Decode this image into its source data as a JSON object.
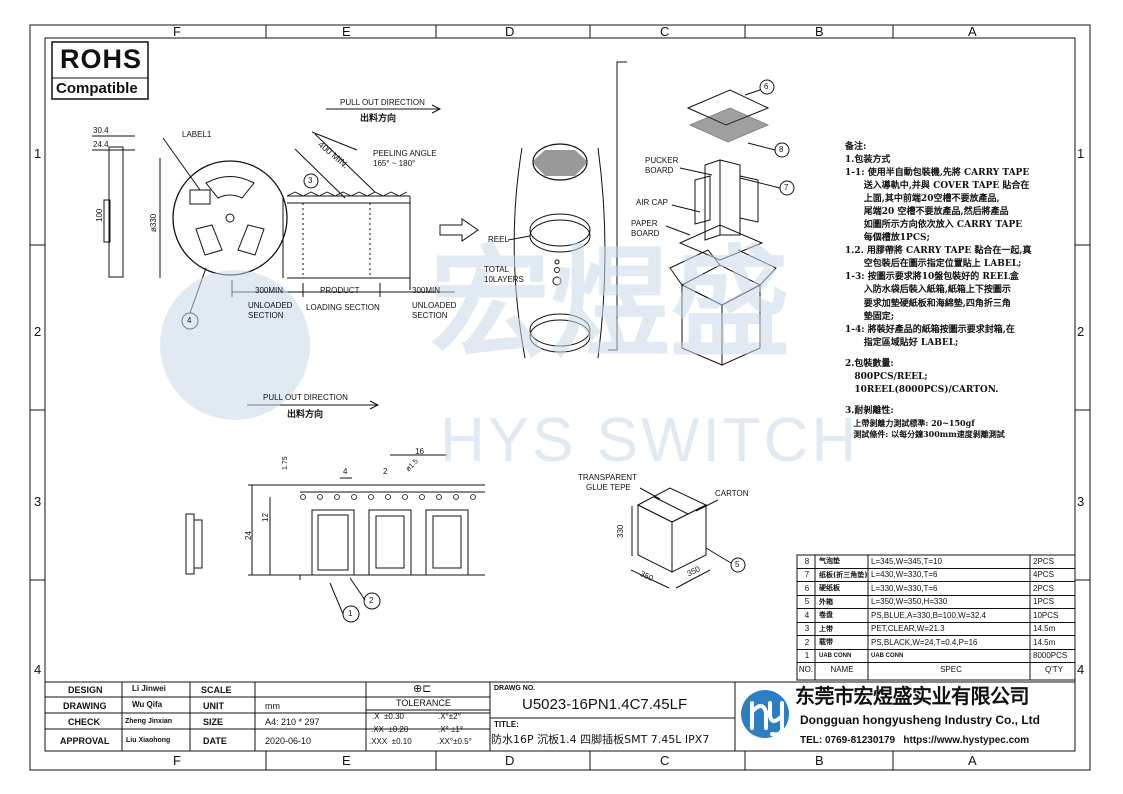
{
  "zones": {
    "columns": [
      "F",
      "E",
      "D",
      "C",
      "B",
      "A"
    ],
    "rows": [
      "1",
      "2",
      "3",
      "4"
    ]
  },
  "rohs": {
    "line1": "ROHS",
    "line2": "Compatible"
  },
  "reel_view": {
    "dim_304": "30.4",
    "dim_244": "24.4",
    "dim_100": "100",
    "dim_330": "ø330",
    "label": "LABEL1",
    "balloon_4": "4"
  },
  "pull_out_top": {
    "en": "PULL OUT DIRECTION",
    "cn": "出料方向"
  },
  "pull_out_bottom": {
    "en": "PULL OUT DIRECTION",
    "cn": "出料方向"
  },
  "peel": {
    "len": "400 MIN.",
    "angle_label": "PEELING ANGLE",
    "angle_value": "165° ~ 180°",
    "balloon_3": "3"
  },
  "tape_sections": {
    "left_len": "300MIN",
    "left_name1": "UNLOADED",
    "left_name2": "SECTION",
    "mid_name1": "PRODUCT",
    "mid_name2": "LOADING SECTION",
    "right_len": "300MIN",
    "right_name1": "UNLOADED",
    "right_name2": "SECTION"
  },
  "stack": {
    "reel": "REEL",
    "total1": "TOTAL",
    "total2": "10LAYERS"
  },
  "exploded": {
    "pucker1": "PUCKER",
    "pucker2": "BOARD",
    "aircap": "AIR CAP",
    "paper1": "PAPER",
    "paper2": "BOARD",
    "b6": "6",
    "b7": "7",
    "b8": "8"
  },
  "watermark": {
    "cn": "宏煜盛",
    "en": "HYS SWITCH"
  },
  "tape_detail": {
    "d175": "1.75",
    "d4": "4",
    "d2": "2",
    "d16": "16",
    "d15": "ø1.5",
    "d12": "12",
    "d24": "24",
    "b1": "1",
    "b2": "2"
  },
  "carton": {
    "glue1": "TRANSPARENT",
    "glue2": "GLUE TEPE",
    "carton": "CARTON",
    "h": "330",
    "w1": "350",
    "w2": "350",
    "b5": "5"
  },
  "notes": {
    "title": "备注:",
    "lines": [
      "1.包装方式",
      "1-1: 使用半自動包裝機,先將 CARRY TAPE",
      "      送入導軌中,并與 COVER TAPE 貼合在",
      "      上面,其中前端20空槽不要放產品,",
      "      尾端20 空槽不要放產品,然后將產品",
      "      如圖所示方向依次放入 CARRY TAPE",
      "      每個槽放1PCS;",
      "1.2. 用膠帶將 CARRY TAPE 黏合在一起,真",
      "      空包裝后在圖示指定位置貼上 LABEL;",
      "1-3: 按圖示要求將10盤包裝好的 REEL盒",
      "      入防水袋后裝入紙箱,紙箱上下按圖示",
      "      要求加墊硬紙板和海綿墊,四角折三角",
      "      墊固定;",
      "1-4: 將裝好產品的紙箱按圖示要求封箱,在",
      "      指定區域貼好 LABEL;",
      "",
      "2.包裝數量:",
      "   800PCS/REEL;",
      "   10REEL(8000PCS)/CARTON.",
      "",
      "3.耐剝離性:",
      "   上帶剝離力測試標準: 20~150gf",
      "   測試條件: 以每分鐘300mm速度剝離測試"
    ]
  },
  "bom": {
    "header": {
      "no": "NO.",
      "name": "NAME",
      "spec": "SPEC",
      "qty": "Q'TY"
    },
    "rows": [
      {
        "no": "8",
        "name": "气泡垫",
        "spec": "L=345,W=345,T=10",
        "qty": "2PCS"
      },
      {
        "no": "7",
        "name": "纸板(折三角垫)",
        "spec": "L=430,W=330,T=6",
        "qty": "4PCS"
      },
      {
        "no": "6",
        "name": "硬纸板",
        "spec": "L=330,W=330,T=6",
        "qty": "2PCS"
      },
      {
        "no": "5",
        "name": "外箱",
        "spec": "L=350,W=350,H=330",
        "qty": "1PCS"
      },
      {
        "no": "4",
        "name": "卷盘",
        "spec": "PS,BLUE,A=330,B=100,W=32.4",
        "qty": "10PCS"
      },
      {
        "no": "3",
        "name": "上带",
        "spec": "PET,CLEAR,W=21.3",
        "qty": "14.5m"
      },
      {
        "no": "2",
        "name": "载带",
        "spec": "PS,BLACK,W=24,T=0.4,P=16",
        "qty": "14.5m"
      },
      {
        "no": "1",
        "name": "UAB CONN",
        "spec": "UAB CONN",
        "qty": "8000PCS"
      }
    ]
  },
  "title_block": {
    "design_lbl": "DESIGN",
    "design_val": "Li Jinwei",
    "drawing_lbl": "DRAWING",
    "drawing_val": "Wu Qifa",
    "check_lbl": "CHECK",
    "check_val": "Zheng Jinxian",
    "approval_lbl": "APPROVAL",
    "approval_val": "Liu Xiaohong",
    "scale_lbl": "SCALE",
    "scale_val": "",
    "unit_lbl": "UNIT",
    "unit_val": "mm",
    "size_lbl": "SIZE",
    "size_val": "A4: 210 * 297",
    "date_lbl": "DATE",
    "date_val": "2020-06-10",
    "tol_title": "TOLERANCE",
    "tol_1a": ".X  ±0.30",
    "tol_1b": ".X°±2°",
    "tol_2a": ".XX  ±0.20",
    "tol_2b": ".X° ±1°",
    "tol_3a": ".XXX  ±0.10",
    "tol_3b": ".XX°±0.5°",
    "drawno_lbl": "DRAWG NO.",
    "drawno_val": "U5023-16PN1.4C7.45LF",
    "title_lbl": "TITLE:",
    "title_val": "防水16P 沉板1.4 四脚插板SMT 7.45L IPX7",
    "company_cn": "东莞市宏煜盛实业有限公司",
    "company_en": "Dongguan hongyusheng Industry Co., Ltd",
    "tel": "TEL: 0769-81230179   https://www.hystypec.com"
  },
  "colors": {
    "line": "#111111",
    "logo_blue": "#2d7fc4",
    "watermark": "#c9d9e9"
  }
}
